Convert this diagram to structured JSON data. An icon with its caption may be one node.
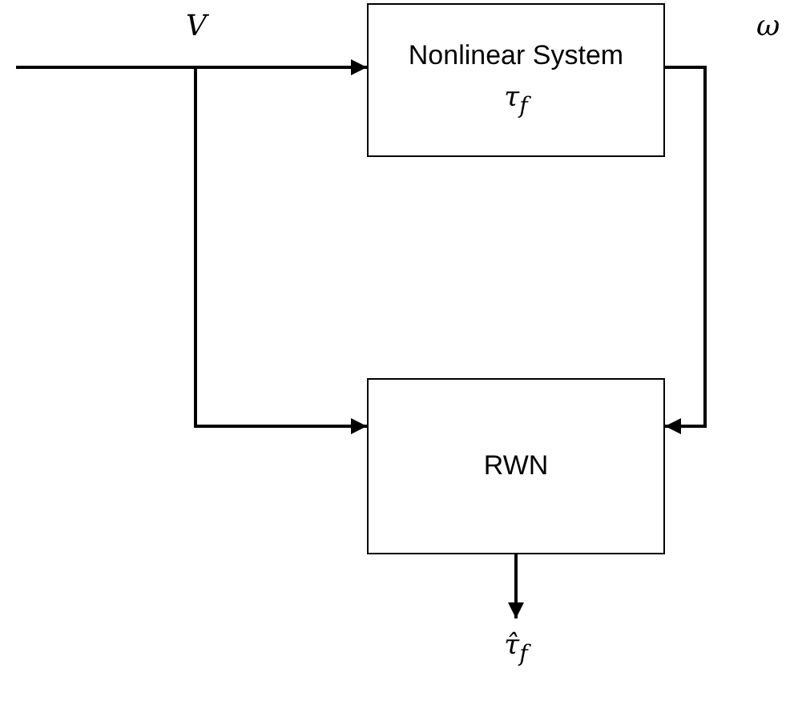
{
  "diagram": {
    "nodes": [
      {
        "text": [
          "Nonlinear System",
          "τ$_{f}$"
        ]
      },
      {
        "text": [
          "RWN"
        ]
      },
      {
        "text": [
          "τ̂$_{f}$"
        ]
      }
    ],
    "edges": [
      {
        "from": null,
        "to": 0,
        "arrow": "to",
        "label": "V"
      },
      {
        "from": null,
        "to": 1,
        "arrow": "to"
      },
      {
        "from": 0,
        "to": 1,
        "arrow": "to",
        "label": "ω"
      },
      {
        "from": 1,
        "to": 2,
        "arrow": "to"
      }
    ]
  }
}
